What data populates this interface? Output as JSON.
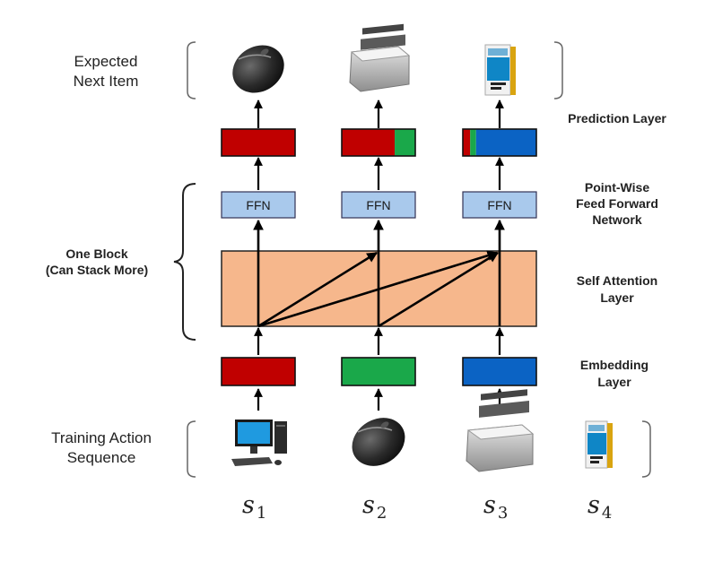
{
  "labels": {
    "expected_next_item": [
      "Expected",
      "Next Item"
    ],
    "prediction_layer": "Prediction Layer",
    "ffn_layer": [
      "Point-Wise",
      "Feed Forward",
      "Network"
    ],
    "self_attention": [
      "Self Attention",
      "Layer"
    ],
    "one_block": [
      "One Block",
      "(Can Stack More)"
    ],
    "embedding_layer": [
      "Embedding",
      "Layer"
    ],
    "training_sequence": [
      "Training Action",
      "Sequence"
    ]
  },
  "ffn_label": "FFN",
  "sequence": [
    {
      "symbol": "s",
      "index": "1",
      "item": "computer"
    },
    {
      "symbol": "s",
      "index": "2",
      "item": "mouse"
    },
    {
      "symbol": "s",
      "index": "3",
      "item": "printer"
    },
    {
      "symbol": "s",
      "index": "4",
      "item": "book"
    }
  ],
  "expected_items": [
    "mouse",
    "printer",
    "book"
  ],
  "colors": {
    "red": "#c00000",
    "green": "#1aa84a",
    "blue": "#0b63c4",
    "ffn_fill": "#a9c9ec",
    "attention_fill": "#f6b78c"
  },
  "prediction_mix": [
    [
      {
        "color": "red",
        "share": 1.0
      }
    ],
    [
      {
        "color": "red",
        "share": 0.72
      },
      {
        "color": "green",
        "share": 0.28
      }
    ],
    [
      {
        "color": "red",
        "share": 0.1
      },
      {
        "color": "green",
        "share": 0.08
      },
      {
        "color": "blue",
        "share": 0.82
      }
    ]
  ],
  "embedding_colors": [
    "red",
    "green",
    "blue"
  ]
}
